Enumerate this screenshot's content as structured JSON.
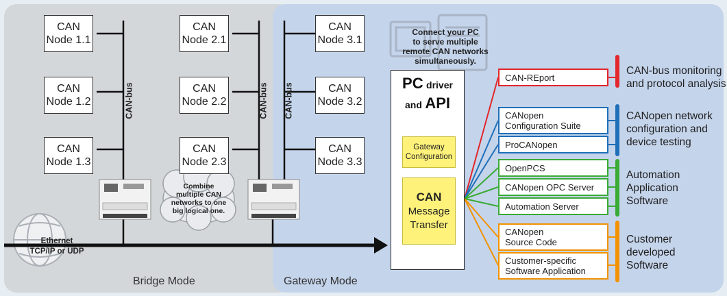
{
  "colors": {
    "bridge_bg": "#d4d7da",
    "gateway_bg": "#c4d4eb",
    "page_bg": "#e6eef3",
    "red": "#e3262b",
    "blue": "#1f6fb8",
    "green": "#3aaa35",
    "orange": "#f39200",
    "highlight": "#fff27a"
  },
  "bridge": {
    "mode_label": "Bridge Mode",
    "bus_label": "CAN-bus",
    "nodes_1": [
      {
        "l1": "CAN",
        "l2": "Node 1.1"
      },
      {
        "l1": "CAN",
        "l2": "Node 1.2"
      },
      {
        "l1": "CAN",
        "l2": "Node 1.3"
      }
    ],
    "nodes_2": [
      {
        "l1": "CAN",
        "l2": "Node 2.1"
      },
      {
        "l1": "CAN",
        "l2": "Node 2.2"
      },
      {
        "l1": "CAN",
        "l2": "Node 2.3"
      }
    ],
    "cloud_text": [
      "Combine",
      "multiple CAN",
      "networks to one",
      "big logical one."
    ],
    "ethernet_text": [
      "Ethernet",
      "TCP/IP or UDP"
    ]
  },
  "gateway": {
    "mode_label": "Gateway Mode",
    "bus_label": "CAN-bus",
    "nodes_3": [
      {
        "l1": "CAN",
        "l2": "Node 3.1"
      },
      {
        "l1": "CAN",
        "l2": "Node 3.2"
      },
      {
        "l1": "CAN",
        "l2": "Node 3.3"
      }
    ],
    "pc_text": [
      "Connect your PC",
      "to serve multiple",
      "remote CAN networks",
      "simultaneously."
    ],
    "pc_box": {
      "title_big": "PC",
      "title_small1": "driver",
      "title_small2": "and",
      "title_api": "API",
      "gw_config": [
        "Gateway",
        "Configuration"
      ],
      "can_label": "CAN",
      "msg_transfer": [
        "Message",
        "Transfer"
      ]
    }
  },
  "tools": [
    {
      "label": [
        "CAN-REport"
      ],
      "color": "red"
    },
    {
      "label": [
        "CANopen",
        "Configuration Suite"
      ],
      "color": "blue"
    },
    {
      "label": [
        "ProCANopen"
      ],
      "color": "blue"
    },
    {
      "label": [
        "OpenPCS"
      ],
      "color": "green"
    },
    {
      "label": [
        "CANopen OPC Server"
      ],
      "color": "green"
    },
    {
      "label": [
        "Automation Server"
      ],
      "color": "green"
    },
    {
      "label": [
        "CANopen",
        "Source Code"
      ],
      "color": "orange"
    },
    {
      "label": [
        "Customer-specific",
        "Software Application"
      ],
      "color": "orange"
    }
  ],
  "categories": [
    {
      "label": [
        "CAN-bus monitoring",
        "and protocol analysis"
      ],
      "color": "red"
    },
    {
      "label": [
        "CANopen network",
        "configuration and",
        "device testing"
      ],
      "color": "blue"
    },
    {
      "label": [
        "Automation",
        "Application",
        "Software"
      ],
      "color": "green"
    },
    {
      "label": [
        "Customer",
        "developed",
        "Software"
      ],
      "color": "orange"
    }
  ]
}
